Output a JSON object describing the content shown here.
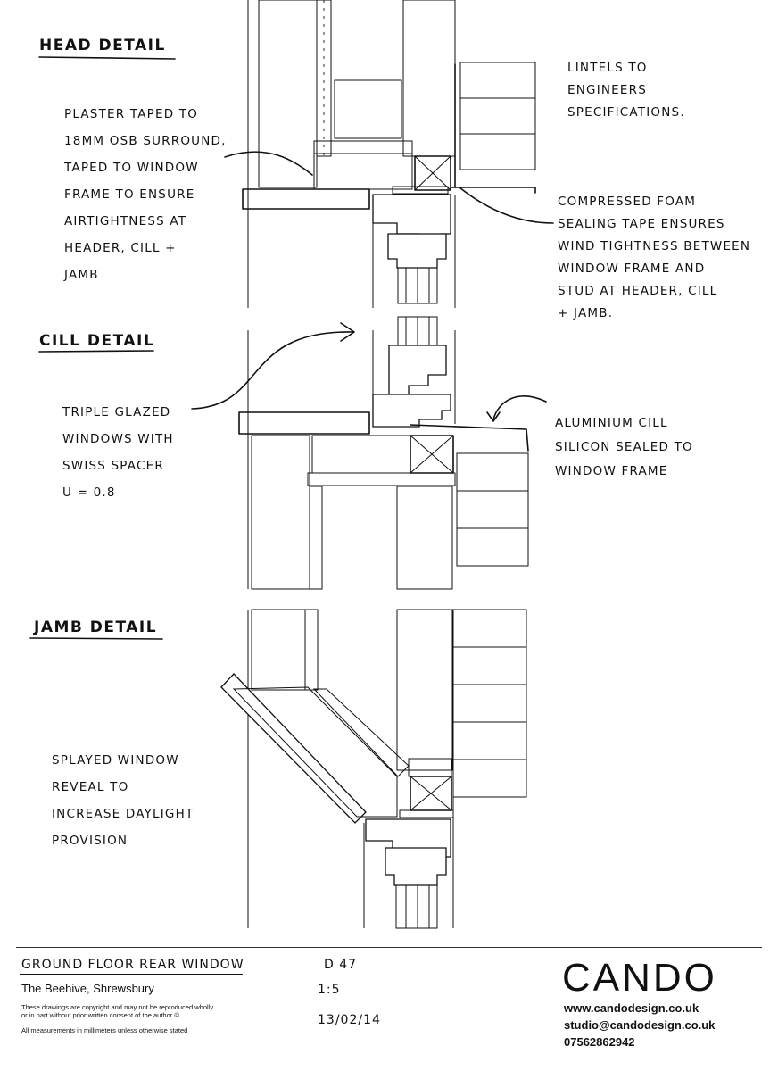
{
  "head_detail": {
    "title": "Head Detail",
    "note_left": [
      "Plaster taped to",
      "18mm OSB surround,",
      "taped to window",
      "frame to ensure",
      "airtightness at",
      "header, cill +",
      "jamb"
    ],
    "note_right_top": [
      "Lintels to",
      "engineers",
      "specifications."
    ],
    "note_right_bottom": [
      "Compressed foam",
      "sealing tape ensures",
      "wind tightness between",
      "window frame and",
      "stud at header, cill",
      "+ jamb."
    ]
  },
  "cill_detail": {
    "title": "Cill Detail",
    "note_left": [
      "Triple glazed",
      "windows with",
      "Swiss spacer",
      "U = 0.8"
    ],
    "note_right": [
      "Aluminium cill",
      "silicon sealed to",
      "window frame"
    ]
  },
  "jamb_detail": {
    "title": "Jamb Detail",
    "note_left": [
      "Splayed window",
      "reveal to",
      "increase daylight",
      "provision"
    ]
  },
  "title_block": {
    "drawing_title": "Ground floor rear window",
    "project": "The Beehive, Shrewsbury",
    "copyright_line1": "These drawings are copyright and may not be reproduced wholly",
    "copyright_line2": "or in part without prior written consent of the author ©",
    "measurement_note": "All measurements in millimeters unless otherwise stated",
    "drawing_number": "D 47",
    "scale": "1:5",
    "date": "13/02/14",
    "logo": "CANDO",
    "website": "www.candodesign.co.uk",
    "email": "studio@candodesign.co.uk",
    "phone": "07562862942"
  }
}
